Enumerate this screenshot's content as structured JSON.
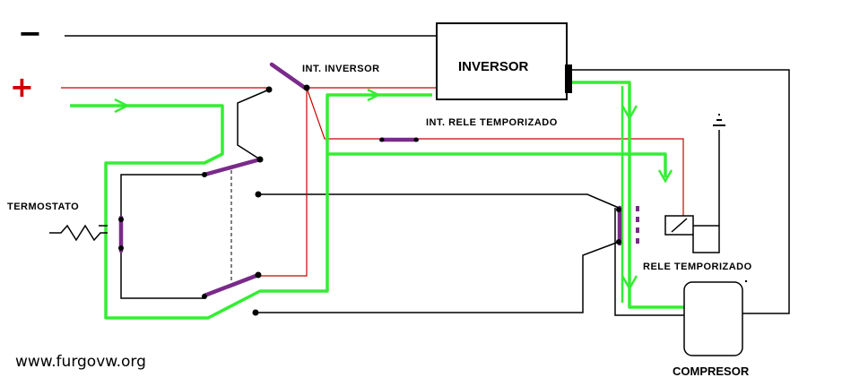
{
  "labels": {
    "minus": "−",
    "plus": "+",
    "int_inversor": "INT. INVERSOR",
    "inversor": "INVERSOR",
    "int_rele_temporizado": "INT. RELE TEMPORIZADO",
    "termostato": "TERMOSTATO",
    "rele_temporizado": "RELE TEMPORIZADO",
    "compresor": "COMPRESOR",
    "website": "www.furgovw.org"
  },
  "colors": {
    "negative_wire": "#000000",
    "positive_wire": "#cc0000",
    "current_flow": "#33ee33",
    "switch_contact": "#7a2a8a",
    "background": "#ffffff"
  }
}
